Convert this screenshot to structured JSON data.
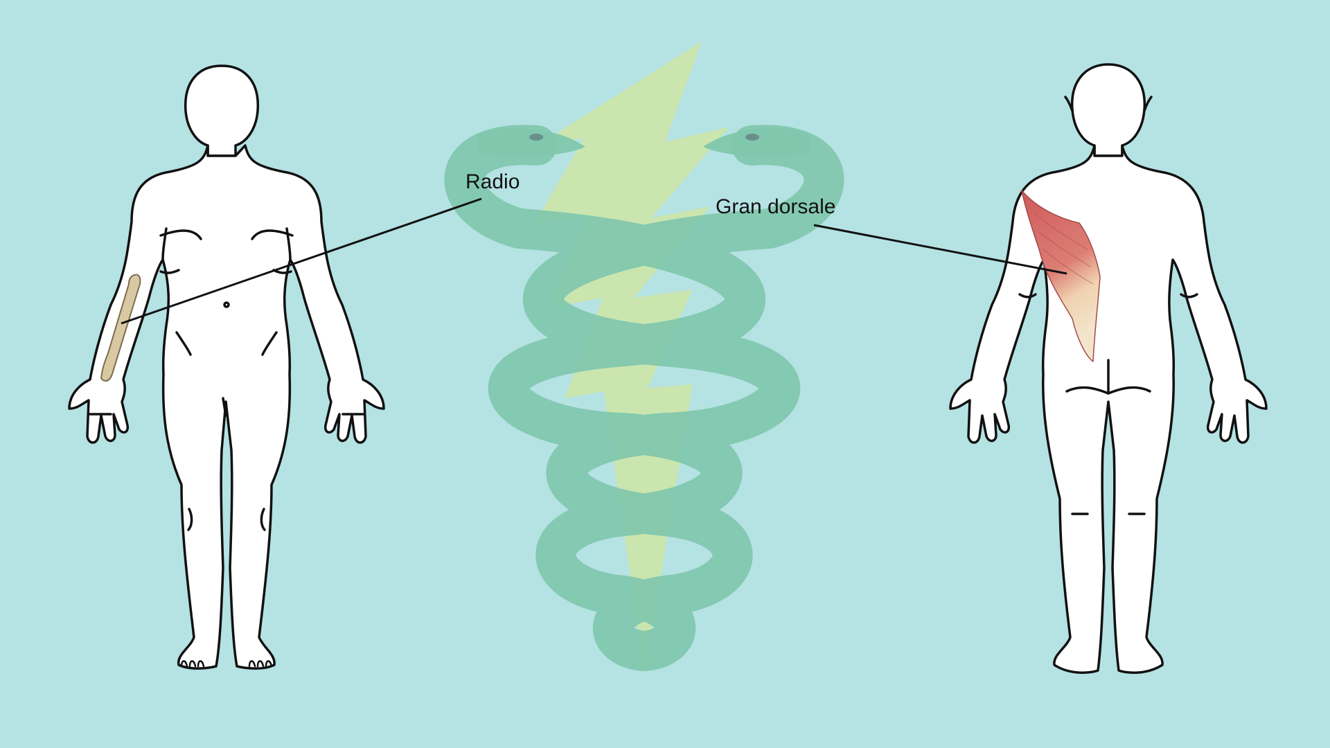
{
  "colors": {
    "background": "#b5e2e3",
    "outline": "#111111",
    "body_fill": "#ffffff",
    "caduceus_snake": "#7fc7ad",
    "caduceus_bolt": "#cde5a8",
    "bone": "#d9c9a3",
    "muscle": "#d46a6a",
    "tendon": "#f1e0c2"
  },
  "icons": {
    "center": "caduceus-icon",
    "left_figure": "human-anterior-view",
    "right_figure": "human-posterior-view"
  },
  "labels": {
    "radius": "Radio",
    "latissimus": "Gran dorsale"
  }
}
